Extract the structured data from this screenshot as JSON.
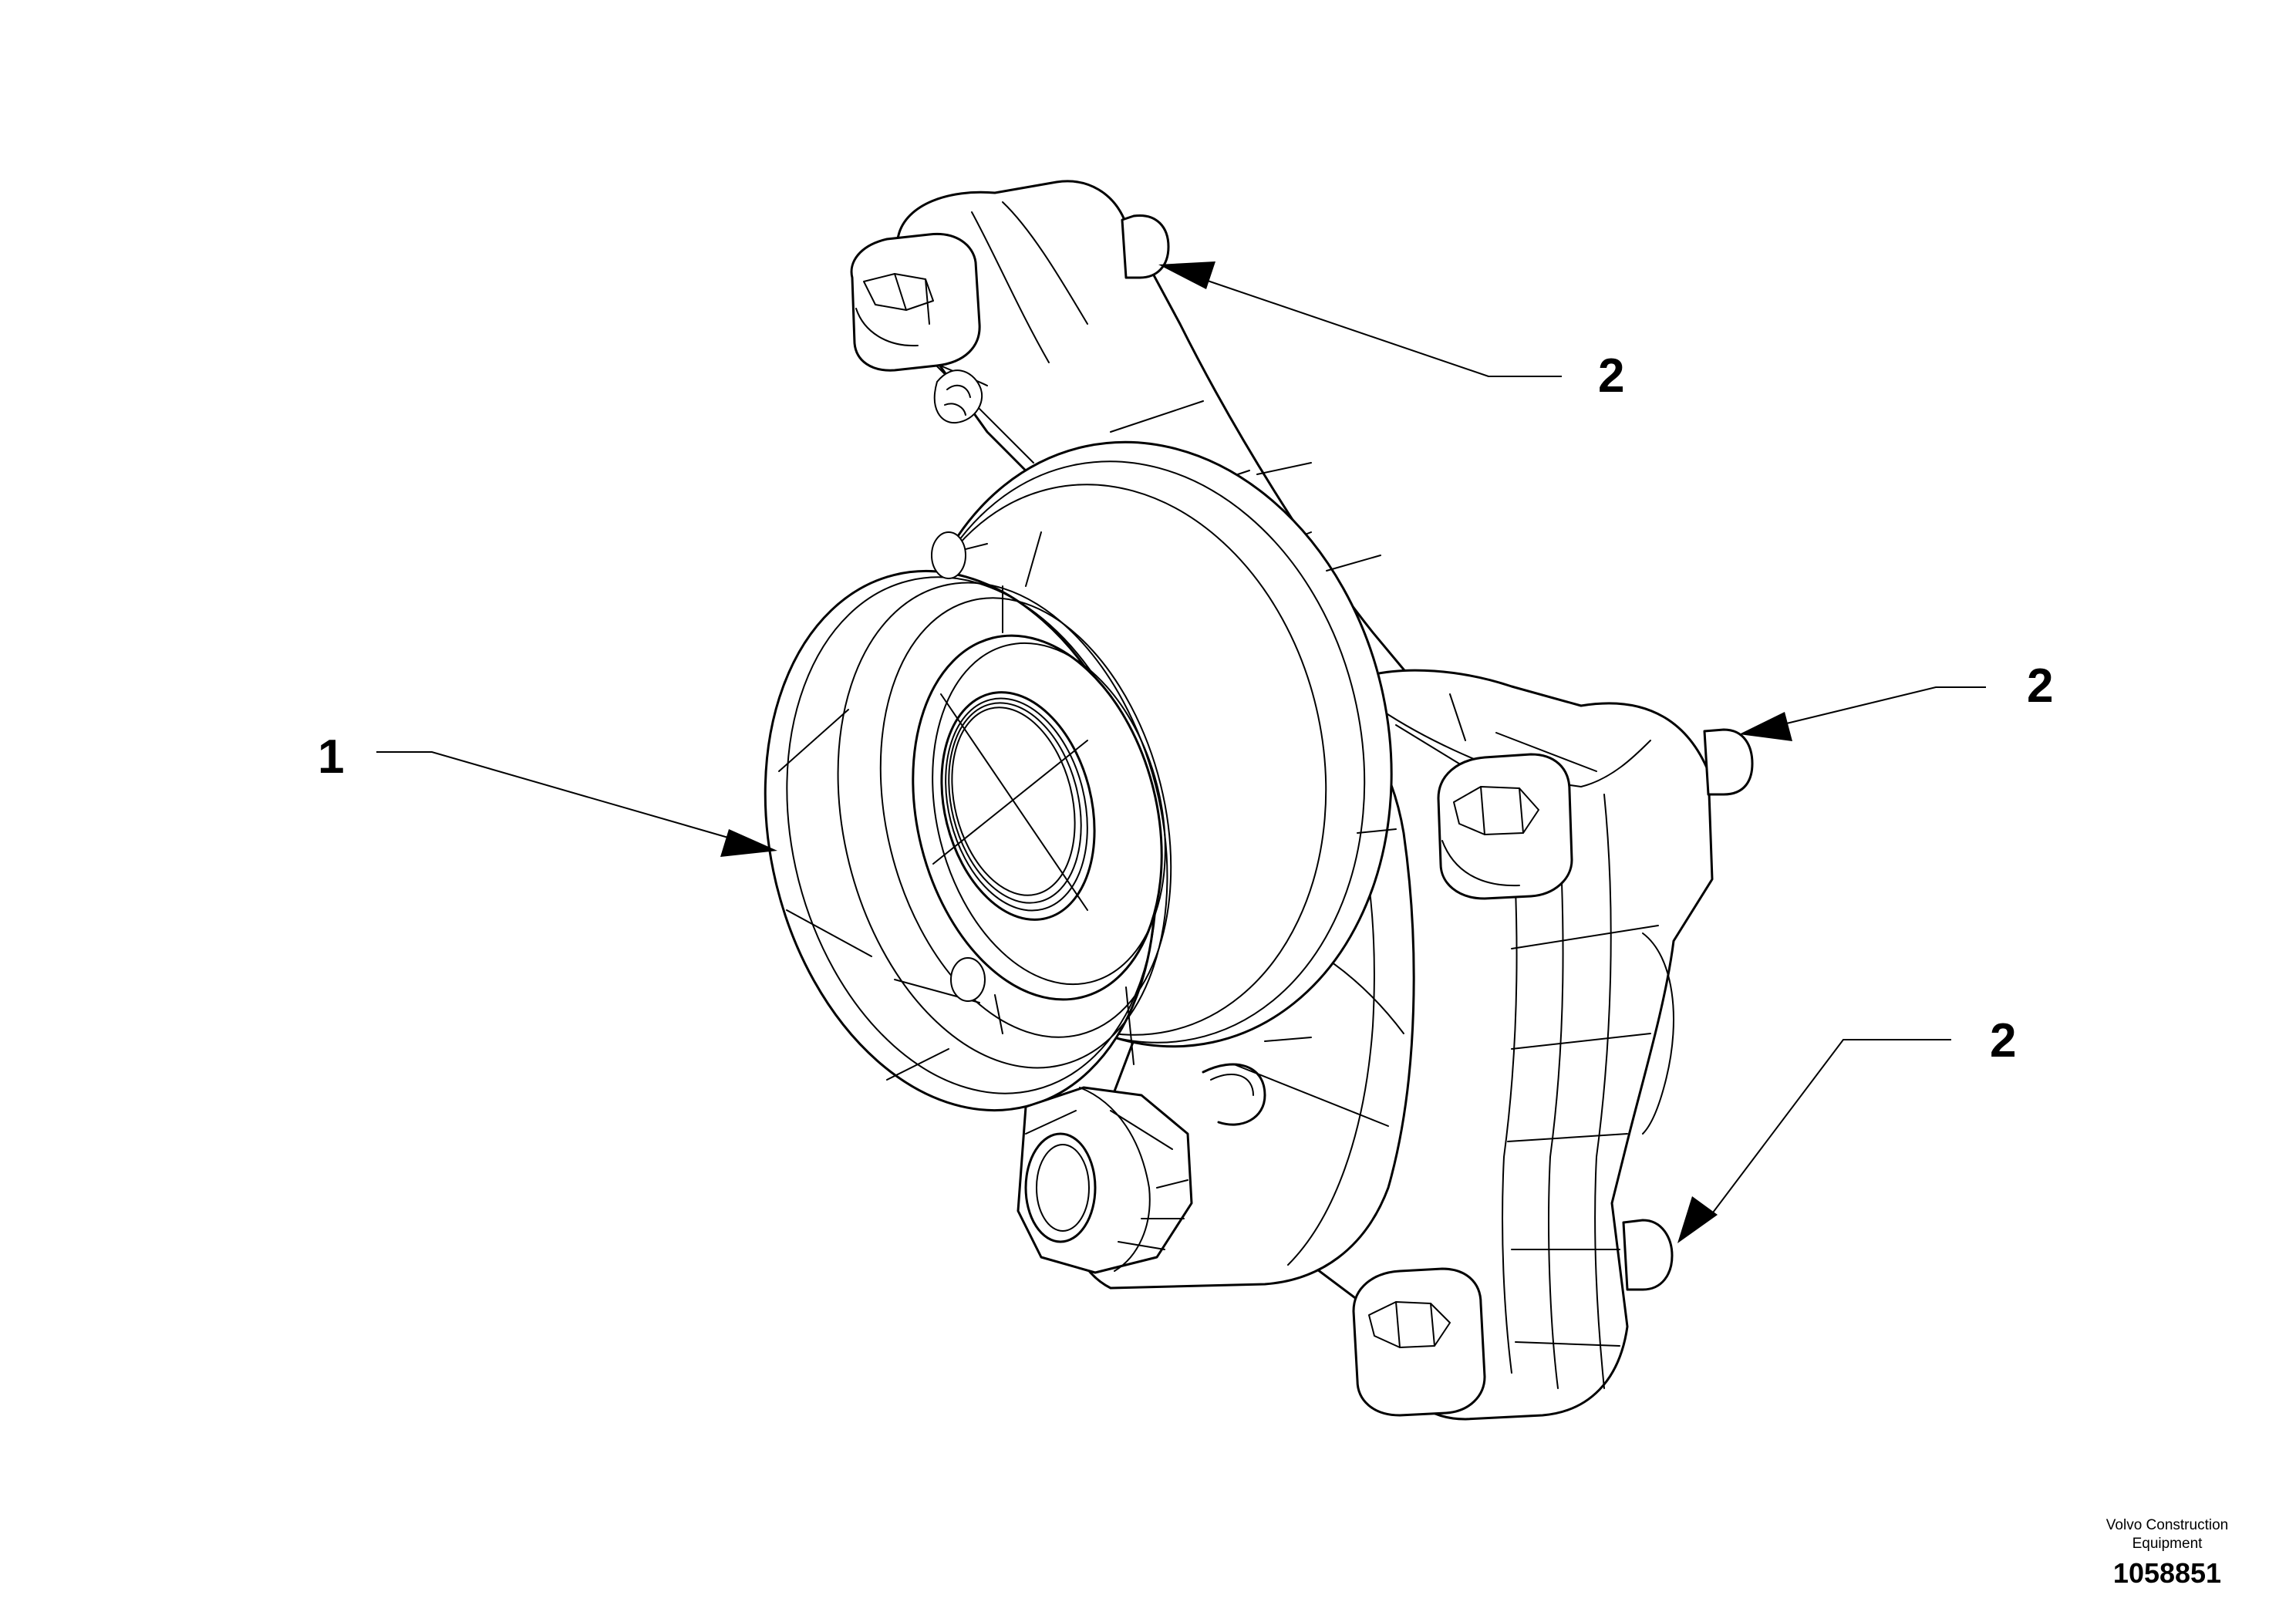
{
  "diagram": {
    "callouts": [
      {
        "label": "2"
      },
      {
        "label": "2"
      },
      {
        "label": "2"
      },
      {
        "label": "1"
      }
    ]
  },
  "footer": {
    "company_line1": "Volvo Construction",
    "company_line2": "Equipment",
    "drawing_number": "1058851"
  }
}
